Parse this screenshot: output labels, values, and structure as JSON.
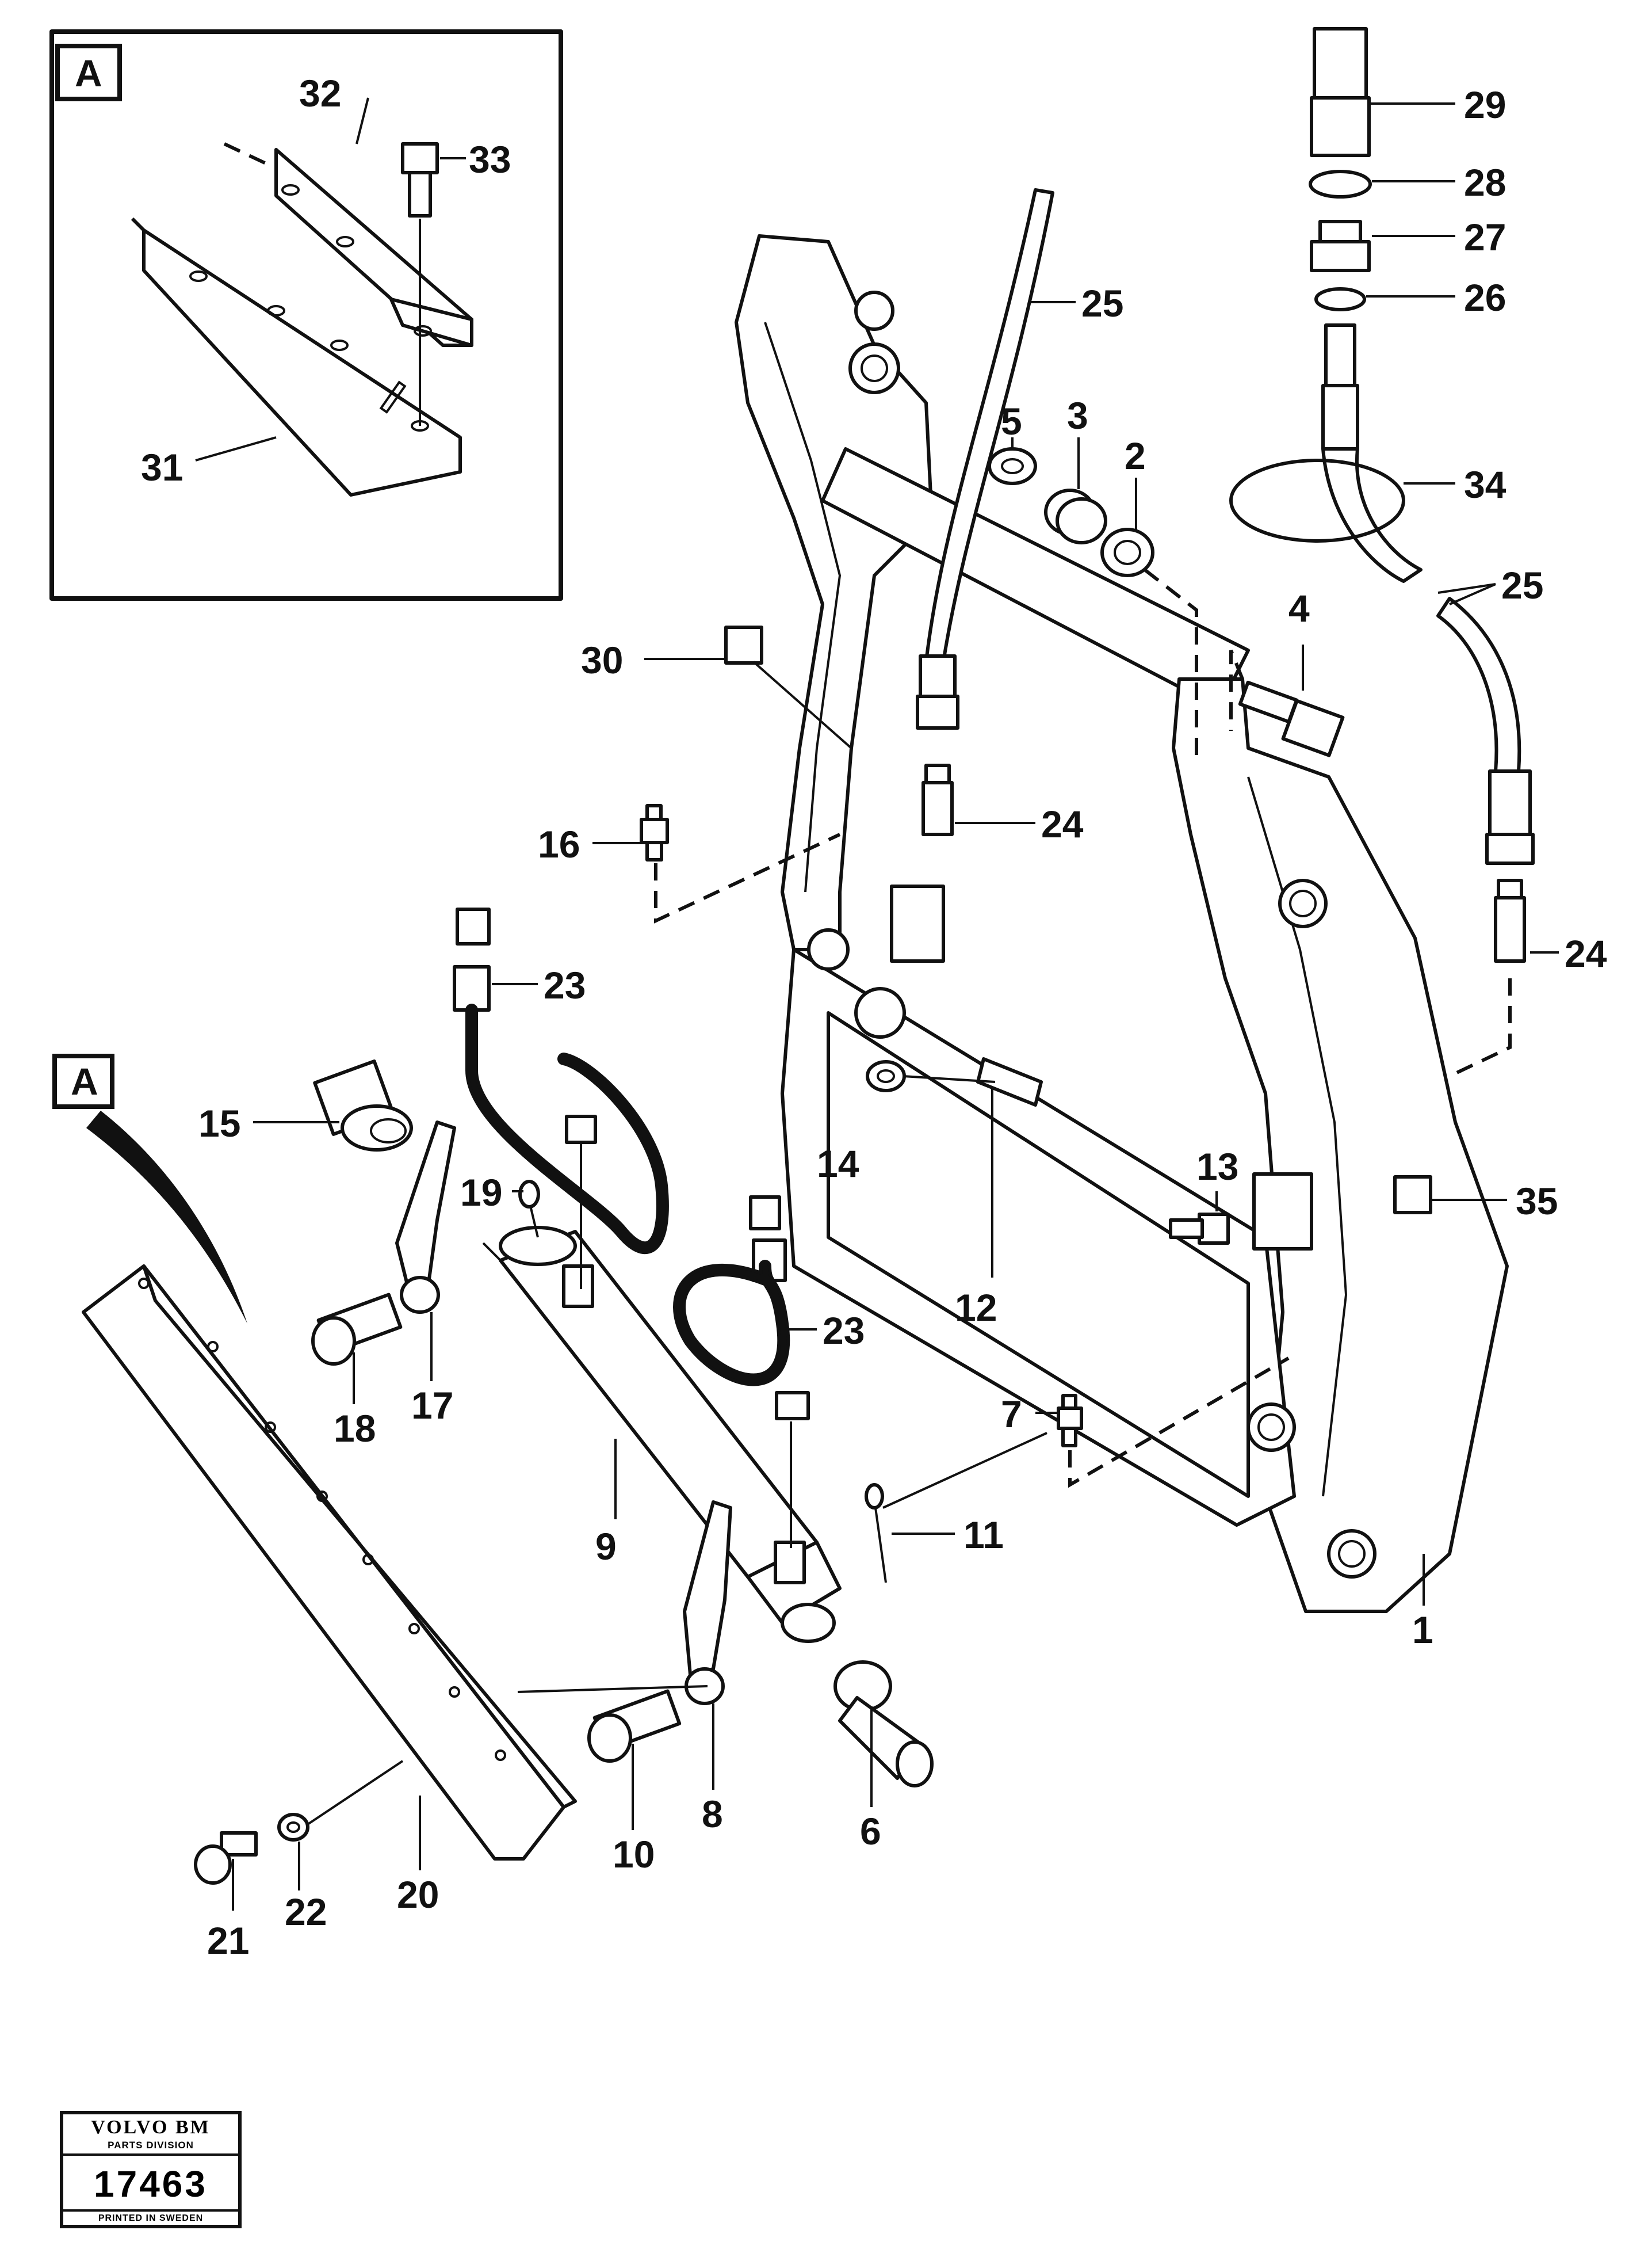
{
  "detail_marker": "A",
  "callouts": {
    "c1": "1",
    "c2": "2",
    "c3": "3",
    "c4": "4",
    "c5": "5",
    "c6": "6",
    "c7": "7",
    "c8": "8",
    "c9": "9",
    "c10": "10",
    "c11": "11",
    "c12": "12",
    "c13": "13",
    "c14": "14",
    "c15": "15",
    "c16": "16",
    "c17": "17",
    "c18": "18",
    "c19": "19",
    "c20": "20",
    "c21": "21",
    "c22": "22",
    "c23a": "23",
    "c23b": "23",
    "c24a": "24",
    "c24b": "24",
    "c25a": "25",
    "c25b": "25",
    "c26": "26",
    "c27": "27",
    "c28": "28",
    "c29": "29",
    "c30": "30",
    "c31": "31",
    "c32": "32",
    "c33": "33",
    "c34": "34",
    "c35": "35"
  },
  "stamp": {
    "brand": "VOLVO BM",
    "division": "PARTS DIVISION",
    "number": "17463",
    "printed": "PRINTED IN SWEDEN"
  }
}
